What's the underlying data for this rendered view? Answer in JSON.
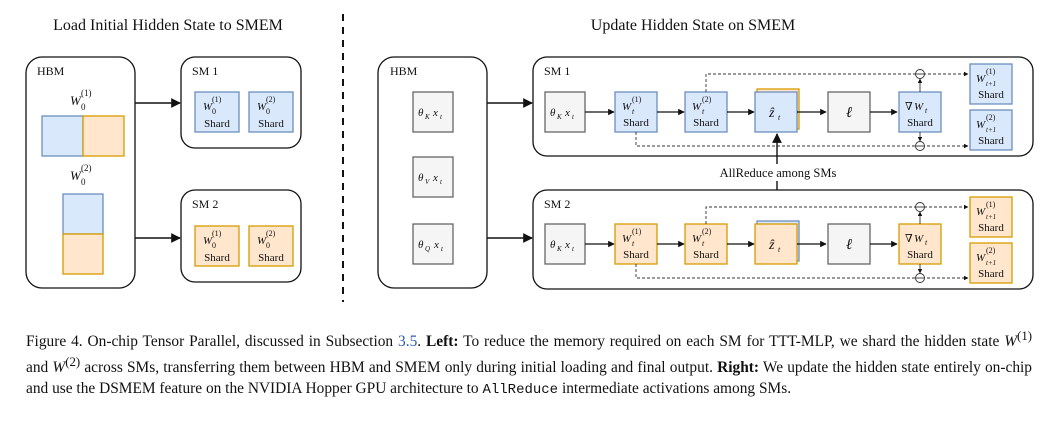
{
  "figure": {
    "left_title": "Load Initial Hidden State to SMEM",
    "right_title": "Update Hidden State on SMEM",
    "hbm_label": "HBM",
    "sm1_label": "SM 1",
    "sm2_label": "SM 2",
    "shard_label": "Shard",
    "allreduce_label": "AllReduce among SMs",
    "colors": {
      "blue_fill": "#dae8fc",
      "blue_stroke": "#6c8ebf",
      "orange_fill": "#ffe6cc",
      "orange_stroke": "#d79b00",
      "gray_fill": "#f5f5f5",
      "gray_stroke": "#666666"
    }
  },
  "caption": {
    "fig_label": "Figure 4.",
    "text1": " On-chip Tensor Parallel, discussed in Subsection ",
    "ref": "3.5",
    "text2": ". ",
    "left_label": "Left:",
    "text3": " To reduce the memory required on each SM for TTT-MLP, we shard the hidden state ",
    "w1": "W",
    "w1_sup": "(1)",
    "text_and": " and ",
    "w2": "W",
    "w2_sup": "(2)",
    "text4": " across SMs, transferring them between HBM and SMEM only during initial loading and final output. ",
    "right_label": "Right:",
    "text5": " We update the hidden state entirely on-chip and use the DSMEM feature on the NVIDIA Hopper GPU architecture to ",
    "allreduce": "AllReduce",
    "text6": " intermediate activations among SMs."
  }
}
